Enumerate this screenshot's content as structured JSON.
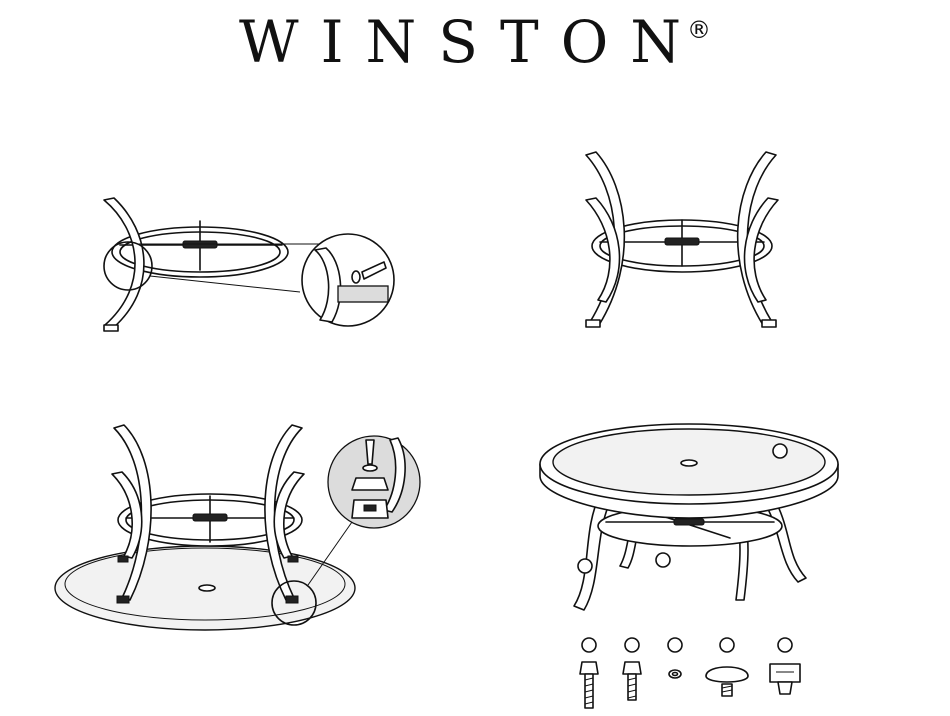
{
  "brand": {
    "name": "WINSTON",
    "registered_mark": "®"
  },
  "steps": [
    {
      "id": "step-1",
      "shows": "two-legs-attached-with-bolt-detail"
    },
    {
      "id": "step-2",
      "shows": "four-legs-attached"
    },
    {
      "id": "step-3",
      "shows": "base-inverted-on-glass-top-with-clip-detail"
    },
    {
      "id": "step-4",
      "shows": "assembled-table"
    }
  ],
  "callout_marker_count": 3,
  "parts": [
    {
      "icon": "long-bolt-icon"
    },
    {
      "icon": "short-bolt-icon"
    },
    {
      "icon": "washer-icon"
    },
    {
      "icon": "glide-foot-icon"
    },
    {
      "icon": "glass-clip-icon"
    }
  ]
}
